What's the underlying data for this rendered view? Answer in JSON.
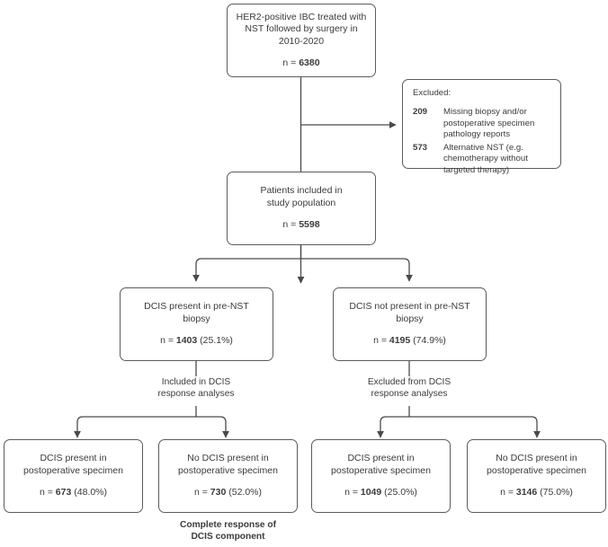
{
  "colors": {
    "stroke": "#5b5b5b",
    "text": "#3b3b3b",
    "background": "#ffffff"
  },
  "nodes": {
    "cohort": {
      "title": "HER2-positive IBC treated with\nNST followed by surgery in\n2010-2020",
      "count_label": "n = ",
      "count_value": "6380"
    },
    "excluded": {
      "heading": "Excluded:",
      "rows": [
        {
          "num": "209",
          "text": "Missing biopsy and/or\npostoperative specimen\npathology reports"
        },
        {
          "num": "573",
          "text": "Alternative NST (e.g.\nchemotherapy without\ntargeted therapy)"
        }
      ]
    },
    "included": {
      "title": "Patients included in\nstudy population",
      "count_label": "n = ",
      "count_value": "5598"
    },
    "dcis_present_biopsy": {
      "title": "DCIS present in pre-NST\nbiopsy",
      "count_label": "n = ",
      "count_value": "1403",
      "percent": " (25.1%)"
    },
    "dcis_absent_biopsy": {
      "title": "DCIS not present in pre-NST\nbiopsy",
      "count_label": "n = ",
      "count_value": "4195",
      "percent": " (74.9%)"
    },
    "leaf1": {
      "title": "DCIS present in\npostoperative specimen",
      "count_label": "n = ",
      "count_value": "673",
      "percent": " (48.0%)"
    },
    "leaf2": {
      "title": "No DCIS present in\npostoperative specimen",
      "count_label": "n = ",
      "count_value": "730",
      "percent": " (52.0%)"
    },
    "leaf3": {
      "title": "DCIS present in\npostoperative specimen",
      "count_label": "n = ",
      "count_value": "1049",
      "percent": " (25.0%)"
    },
    "leaf4": {
      "title": "No DCIS present in\npostoperative specimen",
      "count_label": "n = ",
      "count_value": "3146",
      "percent": " (75.0%)"
    }
  },
  "edge_labels": {
    "included_analyses": "Included in DCIS\nresponse analyses",
    "excluded_analyses": "Excluded from DCIS\nresponse analyses"
  },
  "captions": {
    "complete_response": "Complete response of\nDCIS component"
  }
}
